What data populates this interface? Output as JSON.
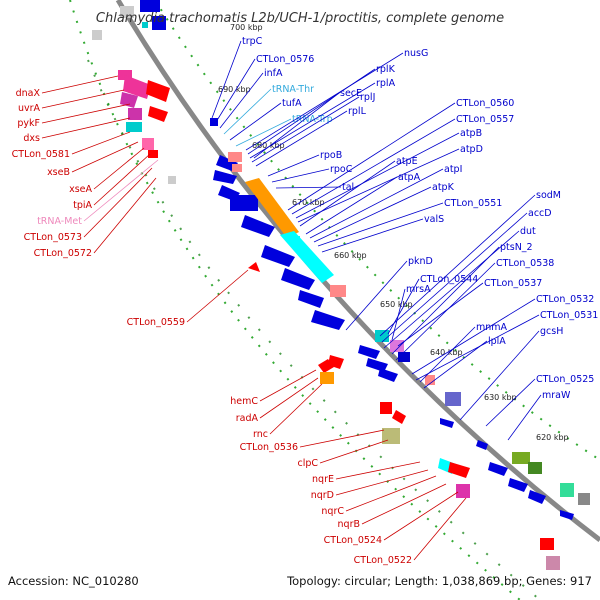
{
  "title": "Chlamydia trachomatis L2b/UCH-1/proctitis, complete genome",
  "footer": {
    "accession": "Accession: NC_010280",
    "summary": "Topology: circular; Length: 1,038,869 bp; Genes: 917"
  },
  "colors": {
    "forward_label": "#0000cc",
    "reverse_label": "#cc0000",
    "trna_label": "#33aadd",
    "trna_met_label": "#ee88bb",
    "backbone": "#888888",
    "tick_major": "#228822",
    "tick_minor": "#33aa33"
  },
  "scale_labels": [
    "700 kbp",
    "690 kbp",
    "680 kbp",
    "670 kbp",
    "660 kbp",
    "650 kbp",
    "640 kbp",
    "630 kbp",
    "620 kbp"
  ],
  "left_labels": [
    "dnaX",
    "uvrA",
    "pykF",
    "dxs",
    "CTLon_0581",
    "xseB",
    "xseA",
    "tpiA",
    "tRNA-Met",
    "CTLon_0573",
    "CTLon_0572",
    "CTLon_0559",
    "hemC",
    "radA",
    "rnc",
    "CTLon_0536",
    "clpC",
    "nqrE",
    "nqrD",
    "nqrC",
    "nqrB",
    "CTLon_0524",
    "CTLon_0522"
  ],
  "right_labels": [
    "trpC",
    "CTLon_0576",
    "infA",
    "tRNA-Thr",
    "tufA",
    "tRNA-Trp",
    "nusG",
    "rplK",
    "rplA",
    "rplJ",
    "secE",
    "rplL",
    "rpoB",
    "rpoC",
    "tal",
    "CTLon_0560",
    "CTLon_0557",
    "atpB",
    "atpD",
    "atpE",
    "atpA",
    "atpI",
    "atpK",
    "CTLon_0551",
    "valS",
    "sodM",
    "accD",
    "dut",
    "ptsN_2",
    "CTLon_0538",
    "pknD",
    "CTLon_0544",
    "mrsA",
    "CTLon_0537",
    "CTLon_0532",
    "CTLon_0531",
    "gcsH",
    "mnmA",
    "lplA",
    "CTLon_0525",
    "mraW"
  ]
}
